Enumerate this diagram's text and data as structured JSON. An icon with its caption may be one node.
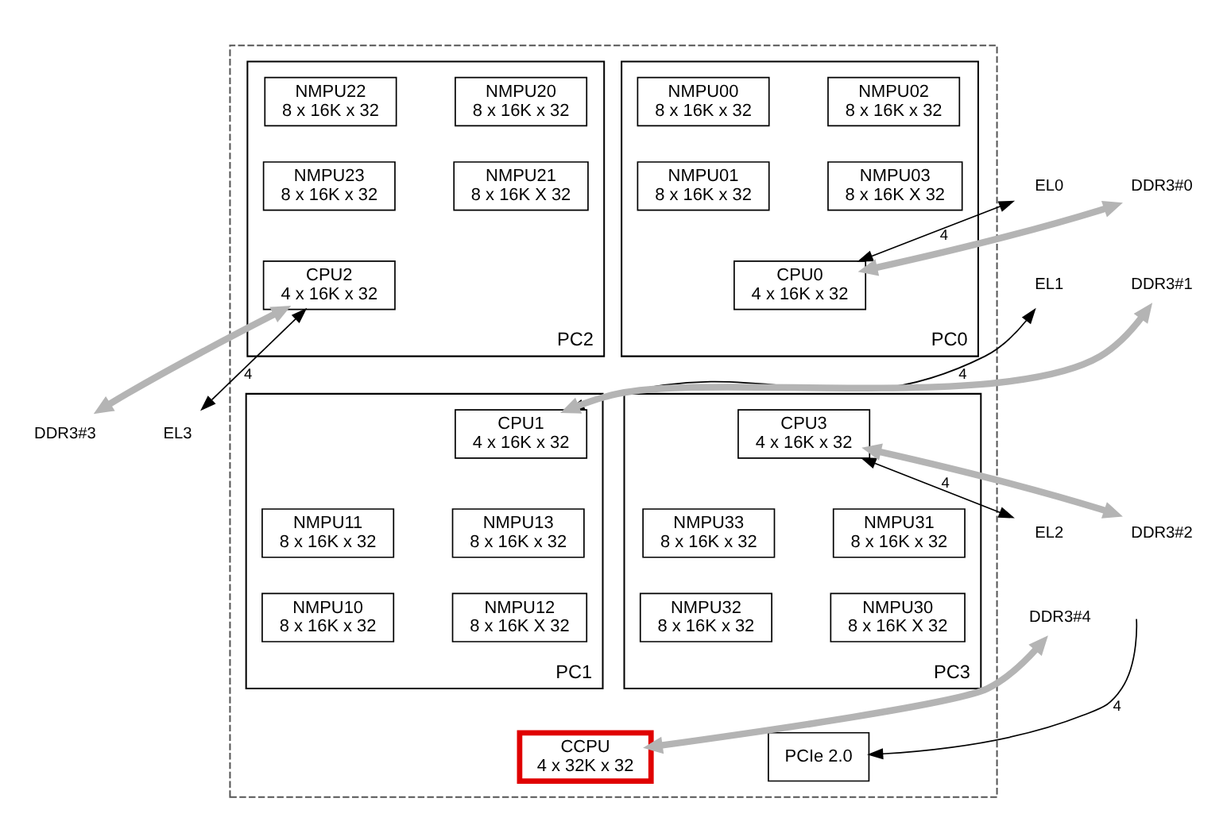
{
  "diagram": {
    "nodes": [
      {
        "text": [],
        "shape": "box"
      },
      {
        "text": [
          "PC0"
        ],
        "in": 0
      },
      {
        "text": [
          "NMPU00",
          "8 x 16K x 32"
        ],
        "in": 1
      },
      {
        "text": [
          "NMPU02",
          "8 x 16K x 32"
        ],
        "in": 1
      },
      {
        "text": [
          "NMPU01",
          "8 x 16K x 32"
        ],
        "in": 1
      },
      {
        "text": [
          "NMPU03",
          "8 x 16K X 32"
        ],
        "in": 1
      },
      {
        "text": [
          "CPU0",
          "4 x 16K x 32"
        ],
        "in": 1
      },
      {
        "text": [
          "PC2"
        ],
        "in": 0
      },
      {
        "text": [
          "NMPU22",
          "8 x 16K x 32"
        ],
        "in": 7
      },
      {
        "text": [
          "NMPU20",
          "8 x 16K x 32"
        ],
        "in": 7
      },
      {
        "text": [
          "NMPU23",
          "8 x 16K x 32"
        ],
        "in": 7
      },
      {
        "text": [
          "NMPU21",
          "8 x 16K X 32"
        ],
        "in": 7
      },
      {
        "text": [
          "CPU2",
          "4 x 16K x 32"
        ],
        "in": 7
      },
      {
        "text": [
          "PC1"
        ],
        "in": 0
      },
      {
        "text": [
          "CPU1",
          "4 x 16K x 32"
        ],
        "in": 13
      },
      {
        "text": [
          "NMPU11",
          "8 x 16K x 32"
        ],
        "in": 13
      },
      {
        "text": [
          "NMPU13",
          "8 x 16K x 32"
        ],
        "in": 13
      },
      {
        "text": [
          "NMPU10",
          "8 x 16K x 32"
        ],
        "in": 13
      },
      {
        "text": [
          "NMPU12",
          "8 x 16K X 32"
        ],
        "in": 13
      },
      {
        "text": [
          "PC3"
        ],
        "in": 0
      },
      {
        "text": [
          "CPU3",
          "4 x 16K x 32"
        ],
        "in": 19
      },
      {
        "text": [
          "NMPU33",
          "8 x 16K x 32"
        ],
        "in": 19
      },
      {
        "text": [
          "NMPU31",
          "8 x 16K x 32"
        ],
        "in": 19
      },
      {
        "text": [
          "NMPU32",
          "8 x 16K x 32"
        ],
        "in": 19
      },
      {
        "text": [
          "NMPU30",
          "8 x 16K X 32"
        ],
        "in": 19
      },
      {
        "text": [
          "CCPU",
          "4 x 32K x 32"
        ],
        "in": 0
      },
      {
        "text": [
          "PCIe 2.0"
        ],
        "in": 0
      },
      {
        "text": [
          "EL0"
        ]
      },
      {
        "text": [
          "DDR3#0"
        ]
      },
      {
        "text": [
          "EL3"
        ]
      },
      {
        "text": [
          "DDR3#3"
        ]
      },
      {
        "text": [
          "EL1"
        ]
      },
      {
        "text": [
          "DDR3#1"
        ]
      },
      {
        "text": [
          "EL2"
        ]
      },
      {
        "text": [
          "DDR3#2"
        ]
      },
      {
        "text": [
          "DDR3#4"
        ]
      }
    ],
    "edges": [
      {
        "from": 27,
        "to": 6,
        "arrow": "both",
        "label": "4"
      },
      {
        "from": 28,
        "to": 6,
        "arrow": "both",
        "style": "thick",
        "color": "#b4b4b4"
      },
      {
        "from": 12,
        "to": 29,
        "arrow": "both",
        "label": "4"
      },
      {
        "from": 12,
        "to": 30,
        "arrow": "both",
        "style": "thick",
        "color": "#b4b4b4"
      },
      {
        "from": 31,
        "to": 14,
        "arrow": "both",
        "label": "4"
      },
      {
        "from": 32,
        "to": 14,
        "arrow": "both",
        "style": "thick",
        "color": "#b4b4b4"
      },
      {
        "from": 20,
        "to": 33,
        "arrow": "both",
        "label": "4"
      },
      {
        "from": 20,
        "to": 34,
        "arrow": "both",
        "style": "thick",
        "color": "#b4b4b4"
      },
      {
        "from": 35,
        "to": 25,
        "arrow": "both",
        "style": "thick",
        "color": "#b4b4b4"
      },
      {
        "from": null,
        "to": 26,
        "arrow": "to",
        "label": "4"
      }
    ]
  }
}
